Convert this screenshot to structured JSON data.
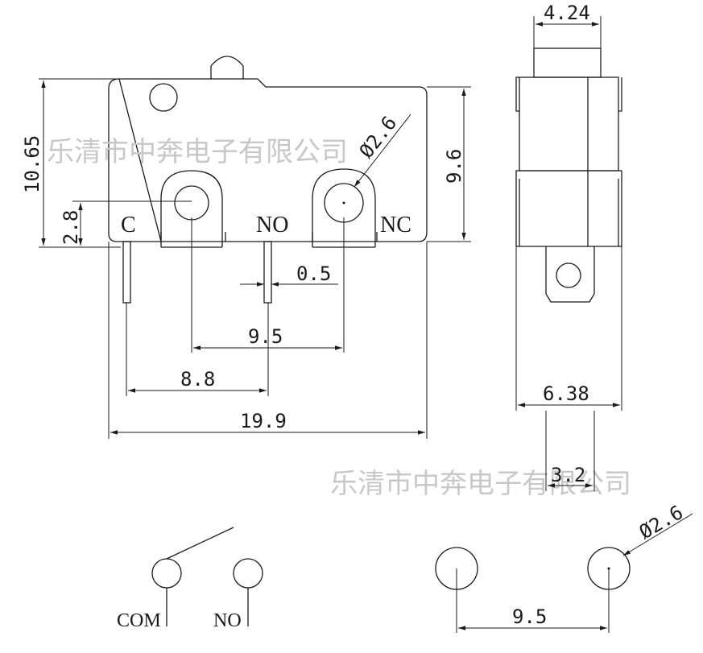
{
  "watermark": "乐清市中奔电子有限公司",
  "front_view": {
    "terminal_labels": {
      "c": "C",
      "no": "NO",
      "nc": "NC"
    },
    "dimensions": {
      "height_total": "10.65",
      "height_body": "9.6",
      "pin_height": "2.8",
      "hole_diameter": "Ø2.6",
      "pin_thickness": "0.5",
      "hole_spacing": "9.5",
      "c_no_spacing": "8.8",
      "body_width": "19.9"
    }
  },
  "side_view": {
    "dimensions": {
      "actuator_width": "4.24",
      "body_depth": "6.38",
      "terminal_width": "3.2"
    }
  },
  "schematic": {
    "labels": {
      "com": "COM",
      "no": "NO"
    }
  },
  "pcb_layout": {
    "dimensions": {
      "hole_diameter": "Ø2.6",
      "hole_spacing": "9.5"
    }
  }
}
